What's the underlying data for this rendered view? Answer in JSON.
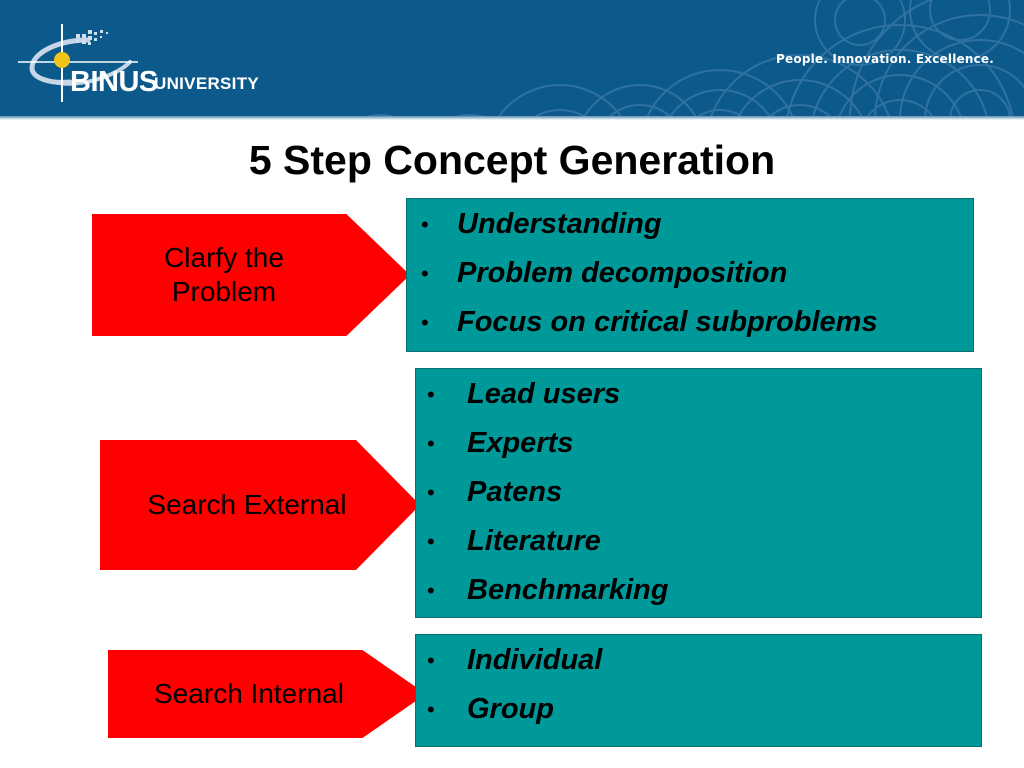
{
  "header": {
    "logo_text": "BINUS",
    "logo_subtext": "UNIVERSITY",
    "tagline": "People. Innovation. Excellence.",
    "colors": {
      "background": "#0c5a8c",
      "wave": "#3d7aa8"
    }
  },
  "slide": {
    "title": "5 Step Concept Generation",
    "steps": [
      {
        "label": "Clarfy the Problem",
        "items": [
          "Understanding",
          "Problem decomposition",
          "Focus on critical subproblems"
        ]
      },
      {
        "label": "Search External",
        "items": [
          "Lead users",
          "Experts",
          "Patens",
          "Literature",
          "Benchmarking"
        ]
      },
      {
        "label": "Search Internal",
        "items": [
          "Individual",
          "Group"
        ]
      }
    ],
    "bullet_symbol": "•",
    "colors": {
      "arrow": "#ff0000",
      "panel": "#009999",
      "text": "#000000"
    }
  }
}
